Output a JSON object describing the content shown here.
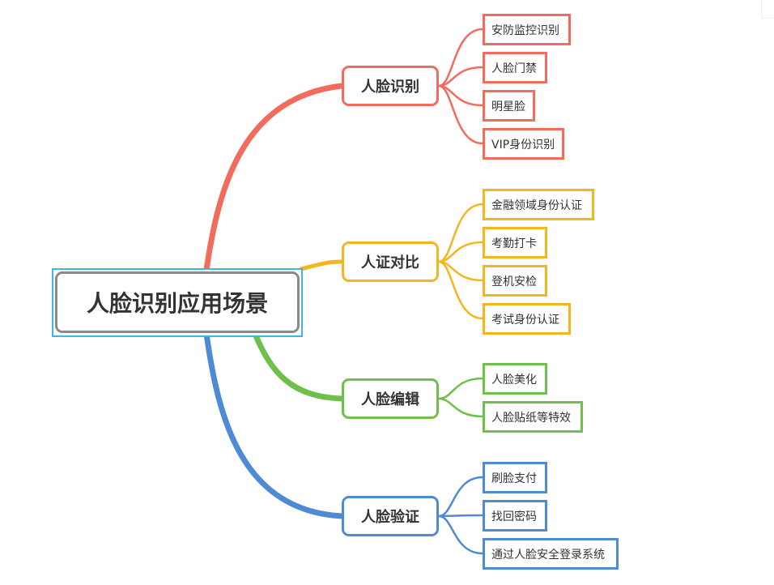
{
  "root": {
    "title": "人脸识别应用场景",
    "color": "#8a8a8a",
    "selection_color": "#3fb6ea"
  },
  "branches": [
    {
      "label": "人脸识别",
      "color": "#f26c5d",
      "children": [
        "安防监控识别",
        "人脸门禁",
        "明星脸",
        "VIP身份识别"
      ]
    },
    {
      "label": "人证对比",
      "color": "#f5b51f",
      "children": [
        "金融领域身份认证",
        "考勤打卡",
        "登机安检",
        "考试身份认证"
      ]
    },
    {
      "label": "人脸编辑",
      "color": "#6ebf4b",
      "children": [
        "人脸美化",
        "人脸贴纸等特效"
      ]
    },
    {
      "label": "人脸验证",
      "color": "#4f8bd4",
      "children": [
        "刷脸支付",
        "找回密码",
        "通过人脸安全登录系统"
      ]
    }
  ]
}
